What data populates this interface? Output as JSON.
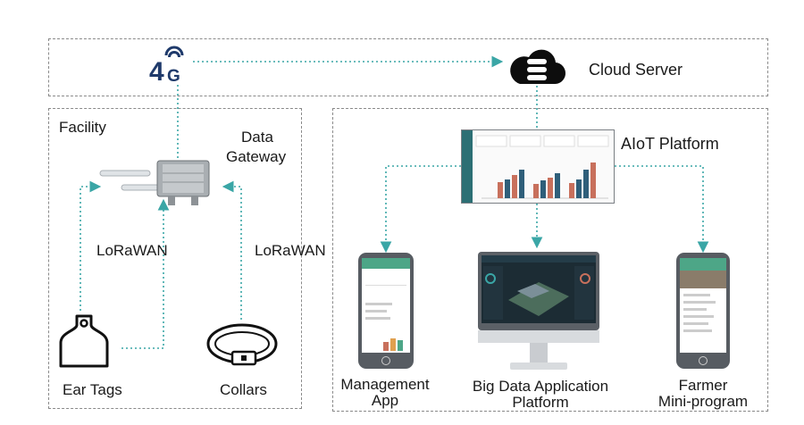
{
  "network": {
    "label": "4G"
  },
  "cloud": {
    "label": "Cloud Server"
  },
  "facility": {
    "title": "Facility",
    "gateway_label_line1": "Data",
    "gateway_label_line2": "Gateway",
    "lorawan_left": "LoRaWAN",
    "lorawan_right": "LoRaWAN",
    "ear_tags": "Ear Tags",
    "collars": "Collars"
  },
  "platform": {
    "title": "AIoT Platform",
    "management_line1": "Management",
    "management_line2": "App",
    "bigdata_line1": "Big Data Application",
    "bigdata_line2": "Platform",
    "farmer_line1": "Farmer",
    "farmer_line2": "Mini-program"
  },
  "colors": {
    "connector": "#3aa6a6",
    "bar_blue": "#2f5f7a",
    "bar_red": "#c8705c",
    "phone_green": "#4da687",
    "phone_body": "#555a60"
  }
}
